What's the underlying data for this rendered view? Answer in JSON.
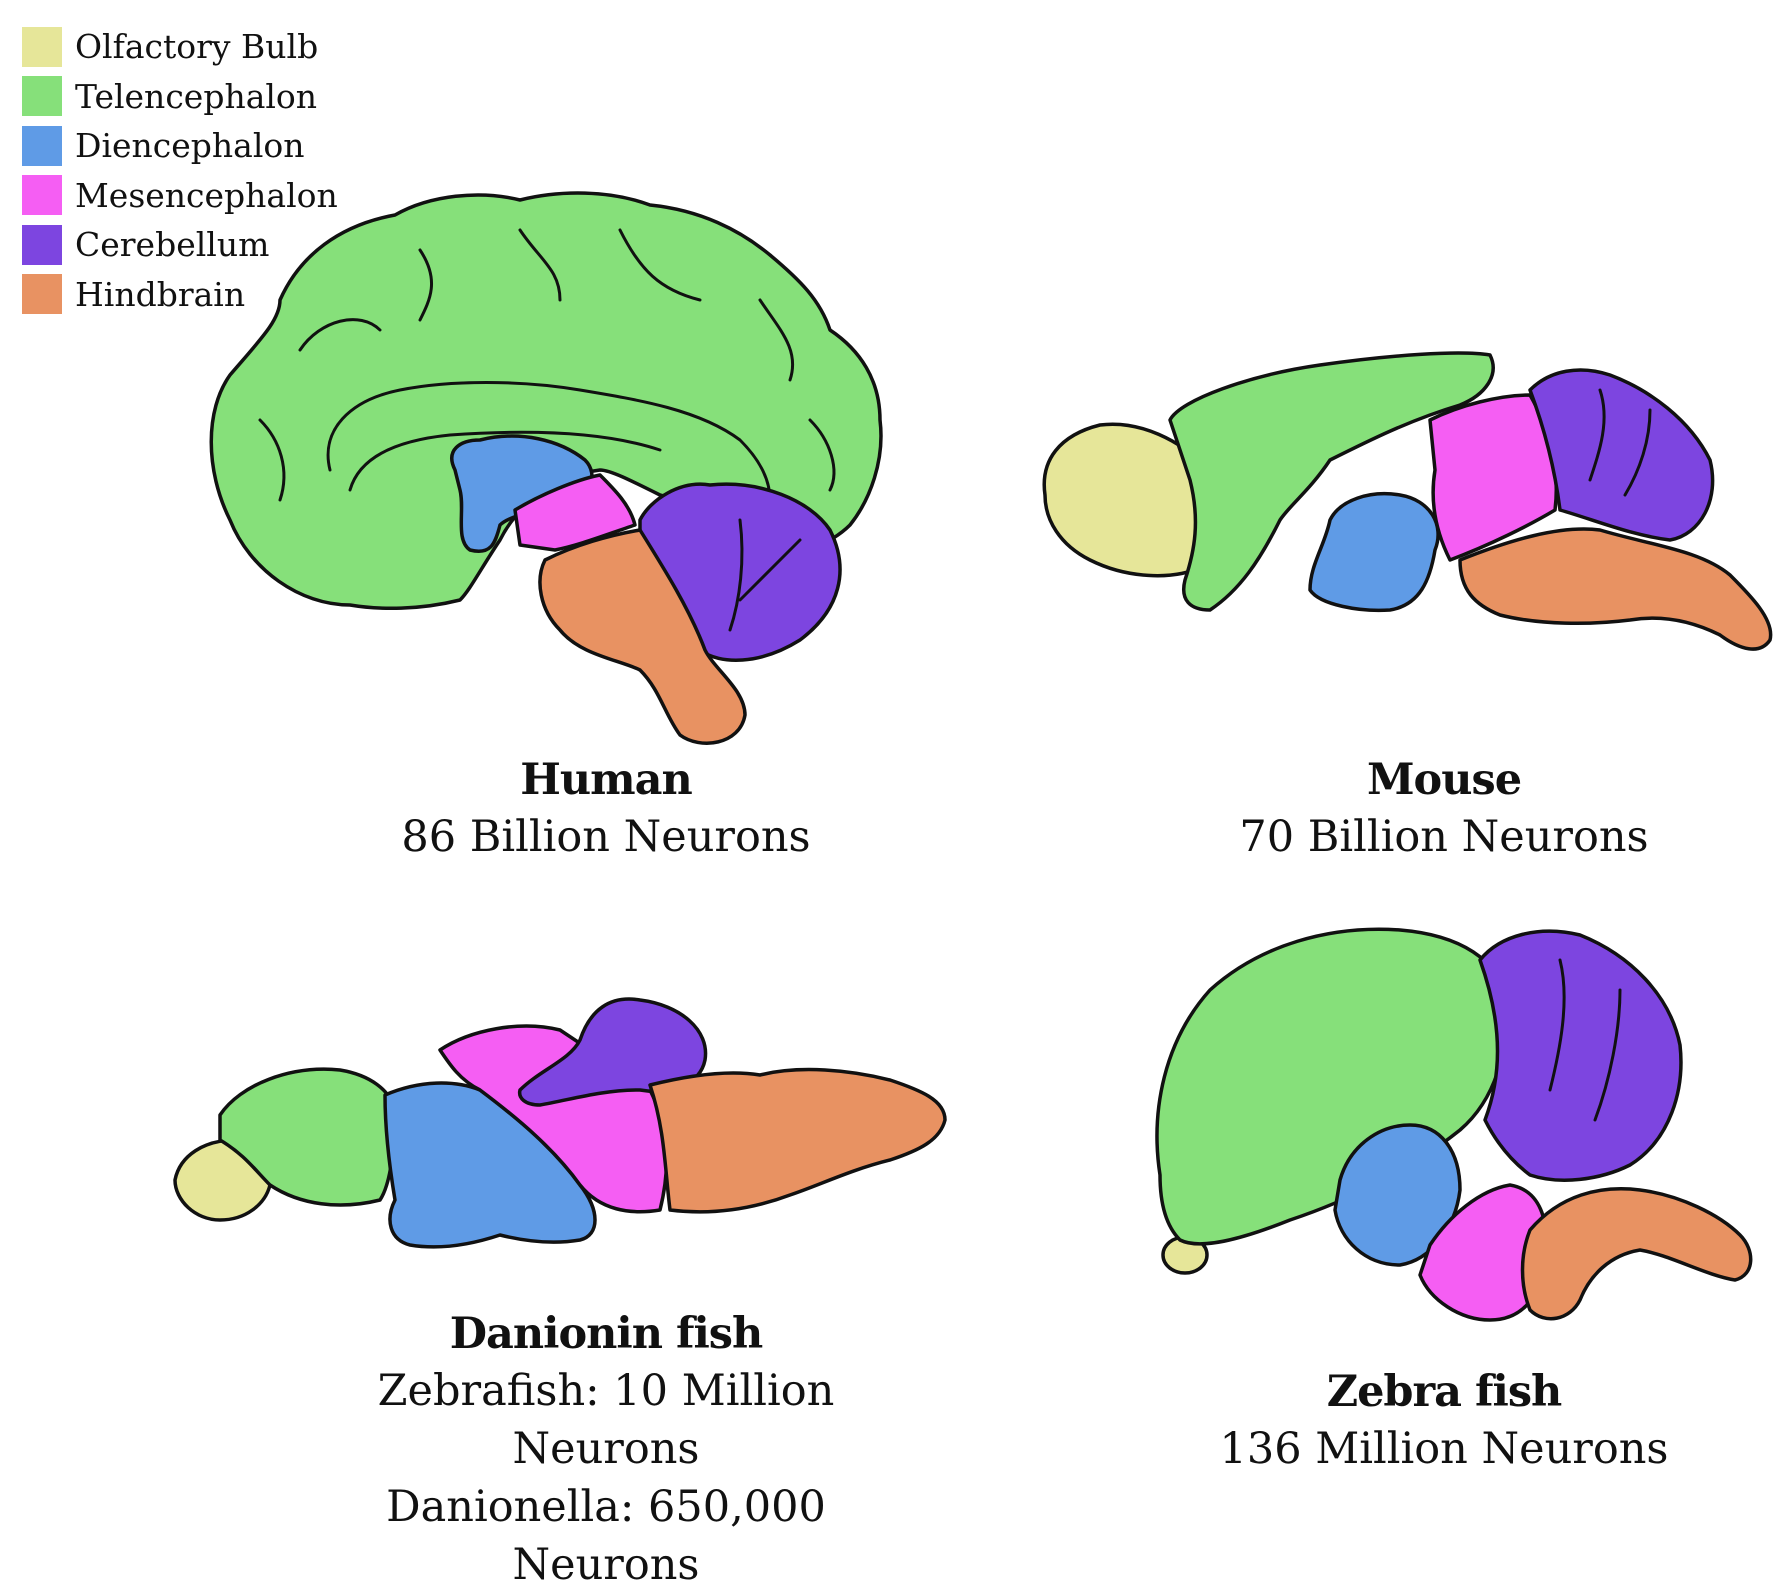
{
  "legend": [
    {
      "label": "Olfactory Bulb",
      "color": "#e6e699"
    },
    {
      "label": "Telencephalon",
      "color": "#86e07a"
    },
    {
      "label": "Diencephalon",
      "color": "#5f9be6"
    },
    {
      "label": "Mesencephalon",
      "color": "#f55ef3"
    },
    {
      "label": "Cerebellum",
      "color": "#7d45e0"
    },
    {
      "label": "Hindbrain",
      "color": "#e89262"
    }
  ],
  "panels": {
    "human": {
      "name": "Human",
      "lines": [
        "86 Billion Neurons"
      ]
    },
    "mouse": {
      "name": "Mouse",
      "lines": [
        "70 Billion Neurons"
      ]
    },
    "danionin": {
      "name": "Danionin fish",
      "lines": [
        "Zebrafish: 10 Million Neurons",
        "Danionella: 650,000 Neurons"
      ]
    },
    "zebra": {
      "name": "Zebra fish",
      "lines": [
        "136 Million Neurons"
      ]
    }
  }
}
